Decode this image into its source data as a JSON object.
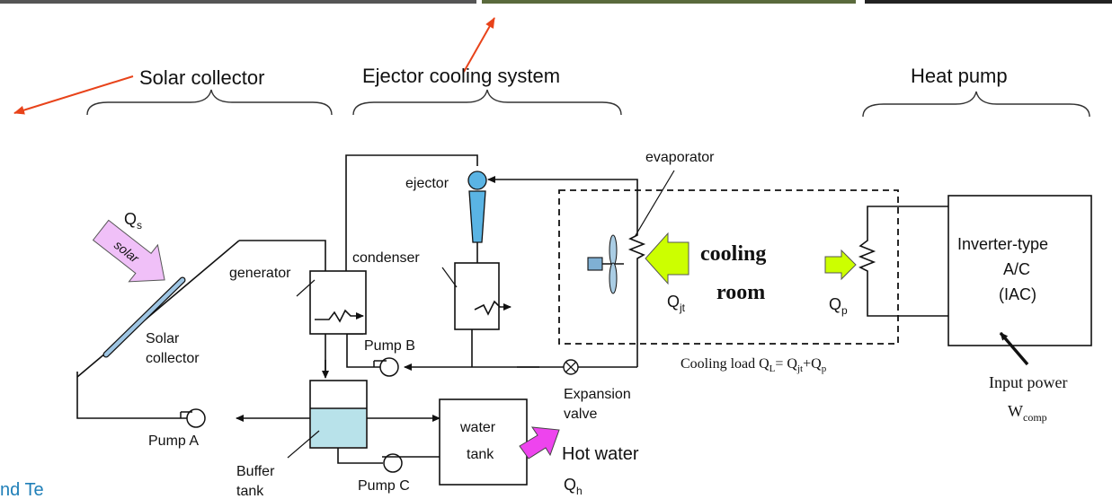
{
  "sections": {
    "solar": "Solar collector",
    "ejector": "Ejector cooling system",
    "heatpump": "Heat pump"
  },
  "labels": {
    "ejector": "ejector",
    "evaporator": "evaporator",
    "condenser": "condenser",
    "generator": "generator",
    "solar_collector_line1": "Solar",
    "solar_collector_line2": "collector",
    "pump_a": "Pump A",
    "pump_b": "Pump B",
    "pump_c": "Pump C",
    "buffer_line1": "Buffer",
    "buffer_line2": "tank",
    "water_tank_line1": "water",
    "water_tank_line2": "tank",
    "hot_water": "Hot water",
    "expansion_line1": "Expansion",
    "expansion_line2": "valve",
    "cooling_line1": "cooling",
    "cooling_line2": "room",
    "iac_line1": "Inverter-type",
    "iac_line2": "A/C",
    "iac_line3": "(IAC)",
    "input_power": "Input power",
    "solar_arrow": "solar"
  },
  "symbols": {
    "qs": "Q",
    "qs_sub": "s",
    "qjt": "Q",
    "qjt_sub": "jt",
    "qp": "Q",
    "qp_sub": "p",
    "qh": "Q",
    "qh_sub": "h",
    "cooling_load": "Cooling load Q",
    "cooling_load_sub": "L",
    "cooling_load_eq": "= Q",
    "cooling_load_sub2": "jt",
    "cooling_load_plus": "+Q",
    "cooling_load_sub3": "p",
    "w": "W",
    "w_sub": "comp"
  },
  "footer_fragment": "nd Te",
  "colors": {
    "arrow_red": "#e8431a",
    "ejector_blue": "#5ab4e4",
    "collector_blue": "#9fc6e4",
    "buffer_fill": "#b8e2ea",
    "green_arrow": "#ccff00",
    "pink_arrow": "#f0c0f8",
    "magenta_arrow": "#ee44ee",
    "fan_blue": "#aacde4",
    "footer_blue": "#1f7fb8"
  }
}
